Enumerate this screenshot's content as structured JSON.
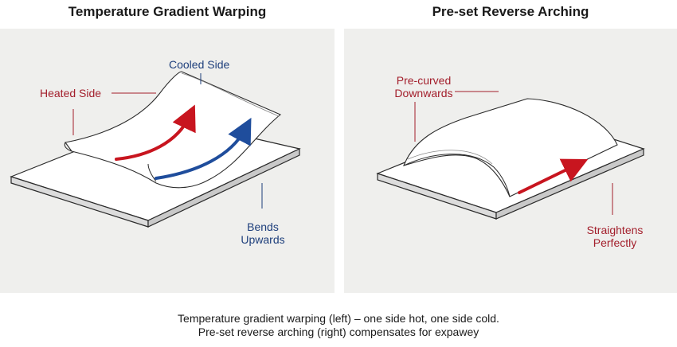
{
  "titles": {
    "left": "Temperature Gradient Warping",
    "right": "Pre-set Reverse Arching"
  },
  "labels": {
    "heated_side": "Heated Side",
    "cooled_side": "Cooled Side",
    "bends_line1": "Bends",
    "bends_line2": "Upwards",
    "precurved_line1": "Pre-curved",
    "precurved_line2": "Downwards",
    "straightens_line1": "Straightens",
    "straightens_line2": "Perfectly"
  },
  "caption": {
    "line1": "Temperature gradient warping (left) – one side hot, one side cold.",
    "line2": "Pre-set reverse arching (right) compensates for expawey"
  },
  "colors": {
    "heated": "#c8151f",
    "cooled": "#1f4d9c",
    "red_label": "#a31f2c",
    "blue_label": "#1e3f7c",
    "panel_bg": "#efefed"
  }
}
